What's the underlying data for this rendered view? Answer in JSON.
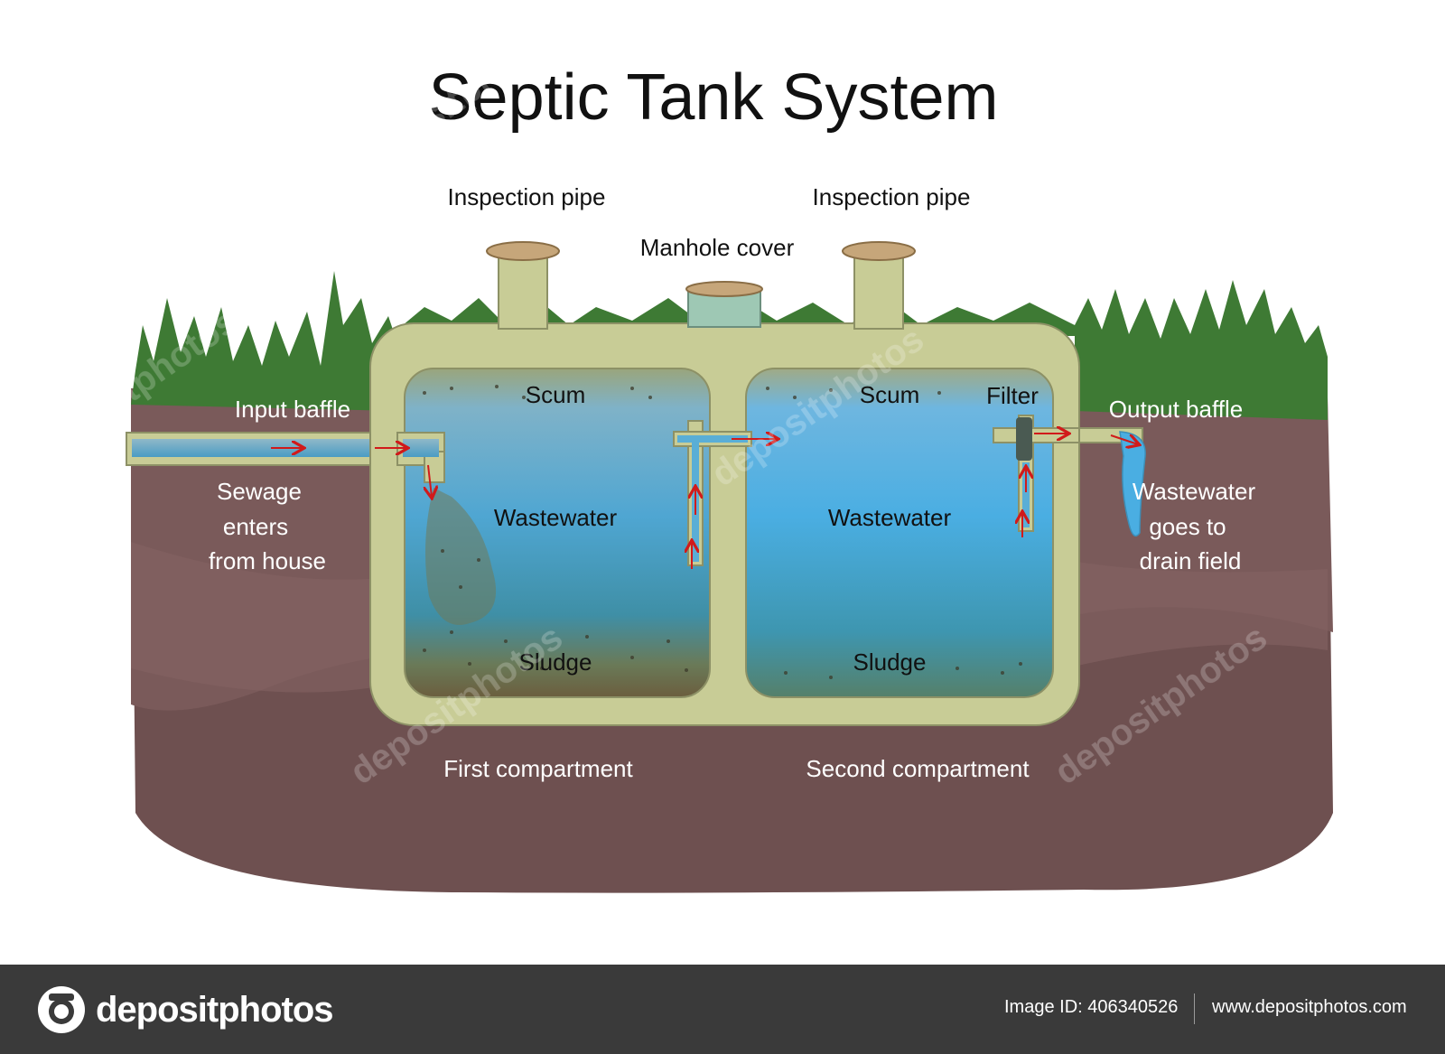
{
  "title": "Septic Tank System",
  "labels": {
    "inspection_pipe_left": "Inspection pipe",
    "inspection_pipe_right": "Inspection pipe",
    "manhole_cover": "Manhole cover",
    "input_baffle": "Input baffle",
    "output_baffle": "Output baffle",
    "filter": "Filter",
    "scum_1": "Scum",
    "scum_2": "Scum",
    "wastewater_1": "Wastewater",
    "wastewater_2": "Wastewater",
    "sludge_1": "Sludge",
    "sludge_2": "Sludge",
    "sewage_line1": "Sewage",
    "sewage_line2": "enters",
    "sewage_line3": "from house",
    "drain_line1": "Wastewater",
    "drain_line2": "goes to",
    "drain_line3": "drain field",
    "first_compartment": "First compartment",
    "second_compartment": "Second compartment"
  },
  "watermark": "depositphotos",
  "footer": {
    "brand": "depositphotos",
    "image_id": "Image ID: 406340526",
    "website": "www.depositphotos.com"
  },
  "colors": {
    "soil": "#6e5050",
    "soil_dark": "#5e4444",
    "grass": "#3e7a34",
    "tank": "#c8cc96",
    "flow_arrow": "#d11a1a",
    "footer_bg": "#3a3a3a"
  }
}
